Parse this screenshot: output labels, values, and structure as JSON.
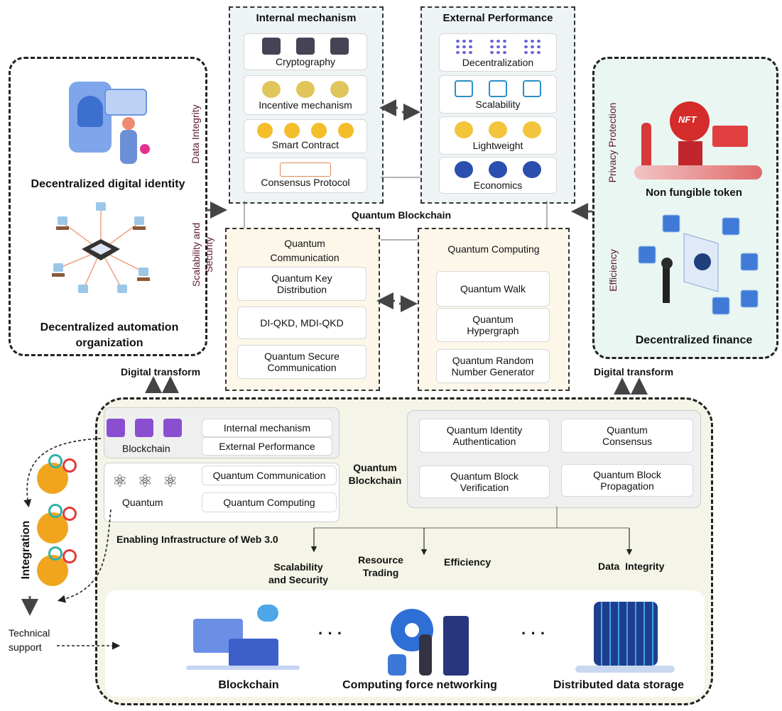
{
  "internal": {
    "title": "Internal mechanism",
    "items": [
      "Cryptography",
      "Incentive mechanism",
      "Smart Contract",
      "Consensus Protocol"
    ]
  },
  "external": {
    "title": "External Performance",
    "items": [
      "Decentralization",
      "Scalability",
      "Lightweight",
      "Economics"
    ]
  },
  "center_label": "Quantum Blockchain",
  "qcomm": {
    "title": "Quantum Communication",
    "items": [
      "Quantum Key Distribution",
      "DI-QKD, MDI-QKD",
      "Quantum Secure Communication"
    ]
  },
  "qcomp": {
    "title": "Quantum Computing",
    "items": [
      "Quantum Walk",
      "Quantum Hypergraph",
      "Quantum Random Number Generator"
    ]
  },
  "left_panel": {
    "label1": "Data Integrity",
    "title1": "Decentralized digital identity",
    "label2": "Scalability and Security",
    "title2": "Decentralized automation  organization"
  },
  "right_panel": {
    "label1": "Privacy Protection",
    "title1": "Non fungible token",
    "label2": "Efficiency",
    "title2": "Decentralized finance"
  },
  "digital_transform_left": "Digital transform",
  "digital_transform_right": "Digital transform",
  "bottom": {
    "blockchain_label": "Blockchain",
    "blockchain_items": [
      "Internal mechanism",
      "External Performance"
    ],
    "quantum_label": "Quantum",
    "quantum_items": [
      "Quantum Communication",
      "Quantum Computing"
    ],
    "qb_label": "Quantum Blockchain",
    "qb_items": [
      "Quantum Identity Authentication",
      "Quantum Consensus",
      "Quantum Block Verification",
      "Quantum Block Propagation"
    ],
    "enabling": "Enabling Infrastructure of Web 3.0",
    "outcomes": [
      "Scalability and Security",
      "Resource Trading",
      "Efficiency",
      "Data  Integrity"
    ],
    "infra": [
      "Blockchain",
      "Computing force networking",
      "Distributed data storage"
    ],
    "ellipsis": "· · ·"
  },
  "integration": "Integration",
  "technical_support": "Technical support",
  "colors": {
    "internal_bg": "#eef4f5",
    "quantum_bg": "#fdf7ea",
    "right_bg": "#eaf6f1",
    "bottom_bg": "#f5f4e8",
    "label_text": "#5a1e2a",
    "cube_purple": "#8a4fd0",
    "cube_blue": "#3f7ad6",
    "gear_orange": "#f1a51f",
    "gear_red": "#e23b3b",
    "gear_teal": "#2fb3a7"
  }
}
